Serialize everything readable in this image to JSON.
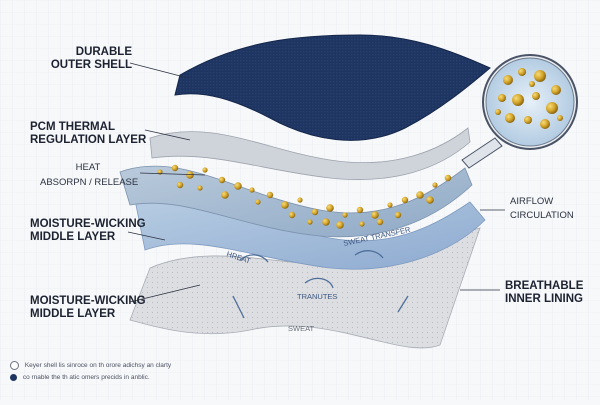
{
  "colors": {
    "outer_shell": "#1e3461",
    "pcm_layer": "#cfd3da",
    "gel_layer": "#a9bfd6",
    "moisture_layer": "#9fb9d8",
    "inner_lining": "#dcdee2",
    "capsule": "#d4a42a",
    "magnifier": "#c9dcec"
  },
  "labels": {
    "outer_shell": [
      "DURABLE",
      "OUTER SHELL"
    ],
    "pcm": [
      "PCM THERMAL",
      "REGULATION LAYER"
    ],
    "heat": [
      "HEAT",
      "ABSORPN / RELEASE"
    ],
    "moisture_1": [
      "MOISTURE-WICKING",
      "MIDDLE LAYER"
    ],
    "moisture_2": [
      "MOISTURE-WICKING",
      "MIDDLE LAYER"
    ],
    "airflow": [
      "AIRFLOW",
      "CIRCULATION"
    ],
    "inner": [
      "BREATHABLE",
      "INNER LINING"
    ]
  },
  "flow_labels": {
    "hreat": "HREAT",
    "sweat_transfer": "SWEAT TRANSFER",
    "tranutes": "TRANUTES",
    "sweat_bottom": "SWEAT"
  },
  "legend": [
    {
      "icon": "open-circle-icon",
      "text": "Keyer shell lis sinroce on th orore adichsy an clarty"
    },
    {
      "icon": "filled-circle-icon",
      "text": "co rnable the th atic omers precids in anblic."
    }
  ]
}
